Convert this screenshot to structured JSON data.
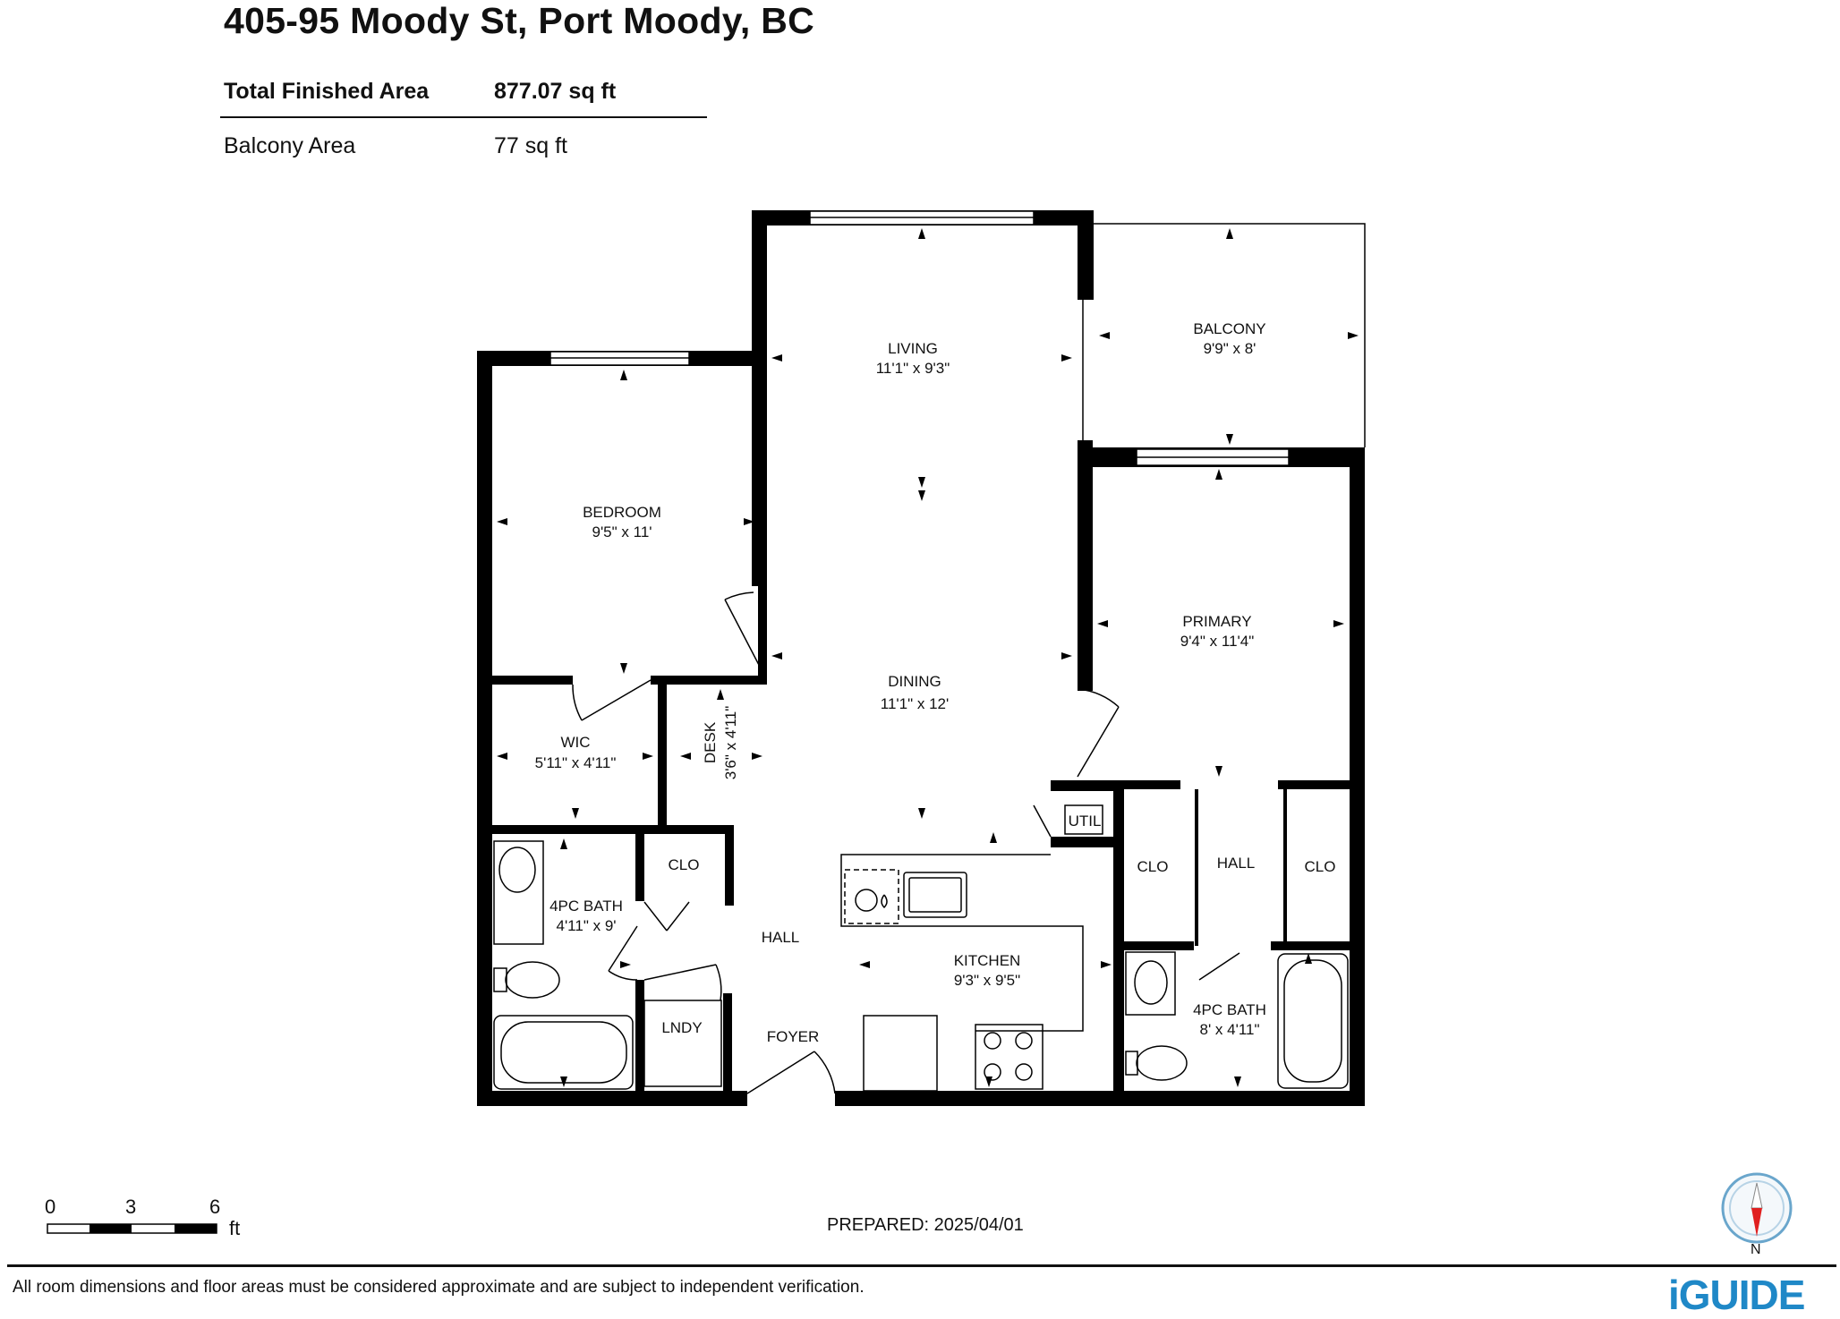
{
  "header": {
    "address": "405-95 Moody St, Port Moody, BC",
    "total_finished_area_label": "Total Finished Area",
    "total_finished_area_value": "877.07 sq ft",
    "balcony_area_label": "Balcony Area",
    "balcony_area_value": "77 sq ft"
  },
  "rooms": {
    "living": {
      "name": "LIVING",
      "dims": "11'1\" x 9'3\""
    },
    "balcony": {
      "name": "BALCONY",
      "dims": "9'9\" x 8'"
    },
    "bedroom": {
      "name": "BEDROOM",
      "dims": "9'5\" x 11'"
    },
    "primary": {
      "name": "PRIMARY",
      "dims": "9'4\" x 11'4\""
    },
    "dining": {
      "name": "DINING",
      "dims": "11'1\" x 12'"
    },
    "wic": {
      "name": "WIC",
      "dims": "5'11\" x 4'11\""
    },
    "desk": {
      "name": "DESK",
      "dims": "3'6\" x 4'11\""
    },
    "util": {
      "name": "UTIL"
    },
    "clo_hall": {
      "name": "CLO"
    },
    "clo_left": {
      "name": "CLO"
    },
    "clo_right": {
      "name": "CLO"
    },
    "hall_right": {
      "name": "HALL"
    },
    "bath_left": {
      "name": "4PC BATH",
      "dims": "4'11\" x 9'"
    },
    "bath_right": {
      "name": "4PC BATH",
      "dims": "8' x 4'11\""
    },
    "hall_main": {
      "name": "HALL"
    },
    "kitchen": {
      "name": "KITCHEN",
      "dims": "9'3\" x 9'5\""
    },
    "lndy": {
      "name": "LNDY"
    },
    "foyer": {
      "name": "FOYER"
    }
  },
  "scale": {
    "ticks": [
      "0",
      "3",
      "6"
    ],
    "unit": "ft"
  },
  "compass": {
    "label": "N",
    "needle_color": "#e02020"
  },
  "footer": {
    "prepared": "PREPARED: 2025/04/01",
    "disclaimer": "All room dimensions and floor areas must be considered approximate and are subject to independent verification.",
    "logo": "iGUIDE",
    "brand_color": "#1f88c7"
  }
}
